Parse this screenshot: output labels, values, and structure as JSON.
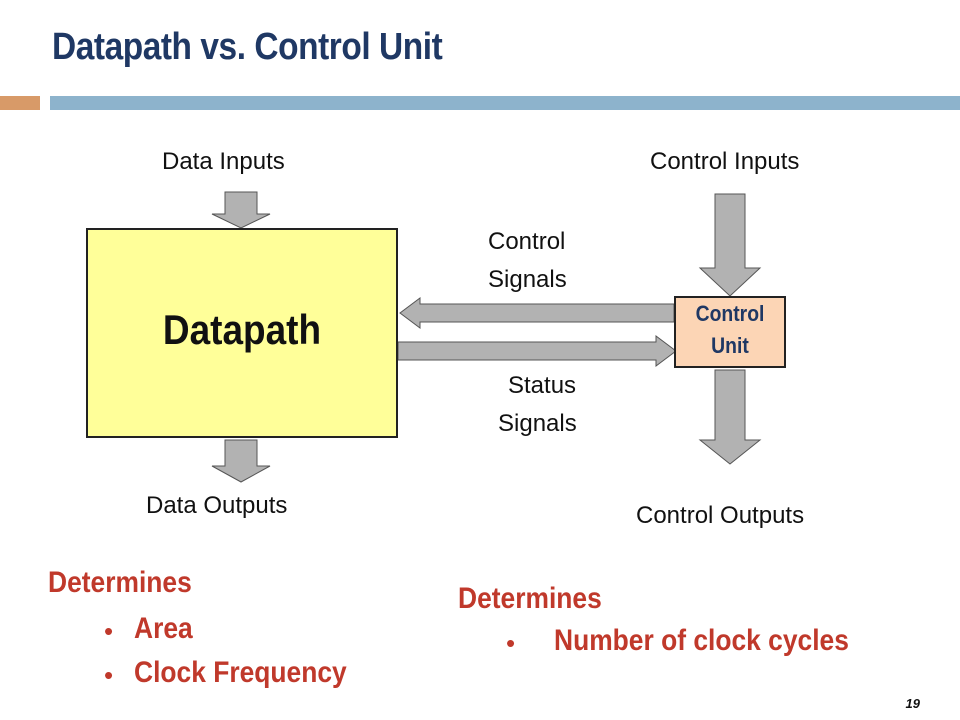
{
  "slide": {
    "title": "Datapath vs. Control Unit",
    "page_number": "19"
  },
  "diagram": {
    "data_inputs": "Data Inputs",
    "data_outputs": "Data Outputs",
    "control_inputs": "Control Inputs",
    "control_outputs": "Control Outputs",
    "control_signals_line1": "Control",
    "control_signals_line2": "Signals",
    "status_signals_line1": "Status",
    "status_signals_line2": "Signals",
    "datapath_label": "Datapath",
    "control_unit_line1": "Control",
    "control_unit_line2": "Unit"
  },
  "left_notes": {
    "heading": "Determines",
    "items": [
      "Area",
      "Clock Frequency"
    ]
  },
  "right_notes": {
    "heading": "Determines",
    "items": [
      "Number of clock cycles"
    ]
  },
  "colors": {
    "title": "#1f3864",
    "accent_bar_left": "#d89a68",
    "accent_bar_right": "#8db3cc",
    "datapath_fill": "#ffff99",
    "control_unit_fill": "#fcd5b5",
    "arrow_fill": "#b2b2b2",
    "notes_text": "#c0392b"
  }
}
